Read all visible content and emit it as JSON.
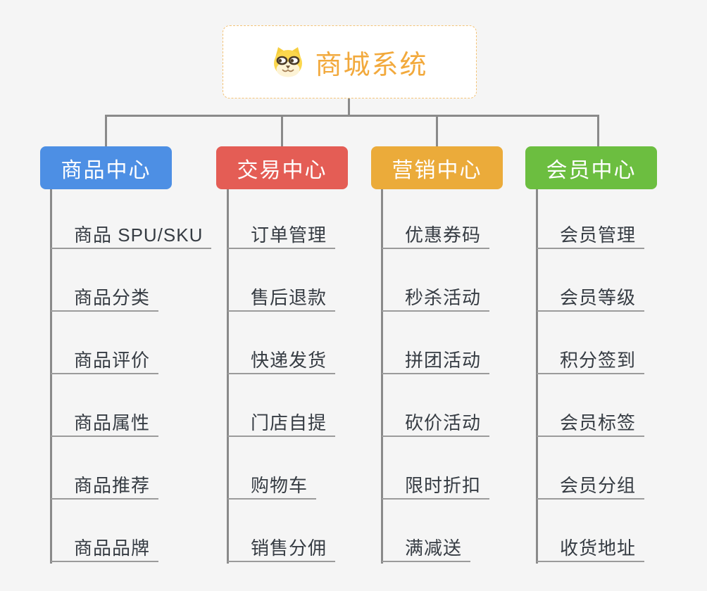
{
  "root": {
    "title": "商城系统",
    "icon": "dog-face-icon"
  },
  "theme": {
    "background": "#f5f5f5",
    "root_text_color": "#f2a93c",
    "root_border_color": "#f3c377",
    "connector_color": "#8a8a8a",
    "leaf_underline_color": "#9b9b9b",
    "leaf_text_color": "#363c43"
  },
  "branches": [
    {
      "label": "商品中心",
      "color": "#4d8fe4",
      "items": [
        "商品 SPU/SKU",
        "商品分类",
        "商品评价",
        "商品属性",
        "商品推荐",
        "商品品牌"
      ]
    },
    {
      "label": "交易中心",
      "color": "#e45d55",
      "items": [
        "订单管理",
        "售后退款",
        "快递发货",
        "门店自提",
        "购物车",
        "销售分佣"
      ]
    },
    {
      "label": "营销中心",
      "color": "#ebab3a",
      "items": [
        "优惠券码",
        "秒杀活动",
        "拼团活动",
        "砍价活动",
        "限时折扣",
        "满减送"
      ]
    },
    {
      "label": "会员中心",
      "color": "#6cbe40",
      "items": [
        "会员管理",
        "会员等级",
        "积分签到",
        "会员标签",
        "会员分组",
        "收货地址"
      ]
    }
  ]
}
